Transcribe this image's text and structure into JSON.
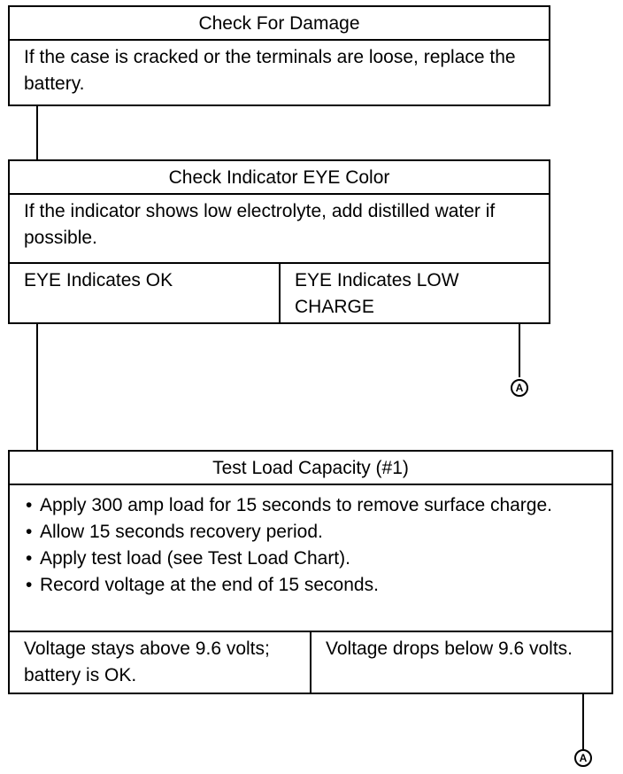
{
  "box1": {
    "title": "Check For Damage",
    "text": "If the case is cracked or the terminals are loose, replace the battery."
  },
  "box2": {
    "title": "Check Indicator EYE Color",
    "text": "If the indicator shows low electrolyte, add distilled water if possible.",
    "left": "EYE Indicates OK",
    "right": "EYE Indicates LOW CHARGE"
  },
  "box3": {
    "title": "Test Load Capacity (#1)",
    "bullets": [
      "Apply 300 amp load for 15 seconds to remove surface charge.",
      "Allow 15 seconds recovery period.",
      "Apply test load (see Test Load Chart).",
      "Record voltage at the end of 15 seconds."
    ],
    "left": "Voltage stays above 9.6 volts; battery is OK.",
    "right": "Voltage drops below 9.6 volts."
  },
  "connector_label": "A"
}
